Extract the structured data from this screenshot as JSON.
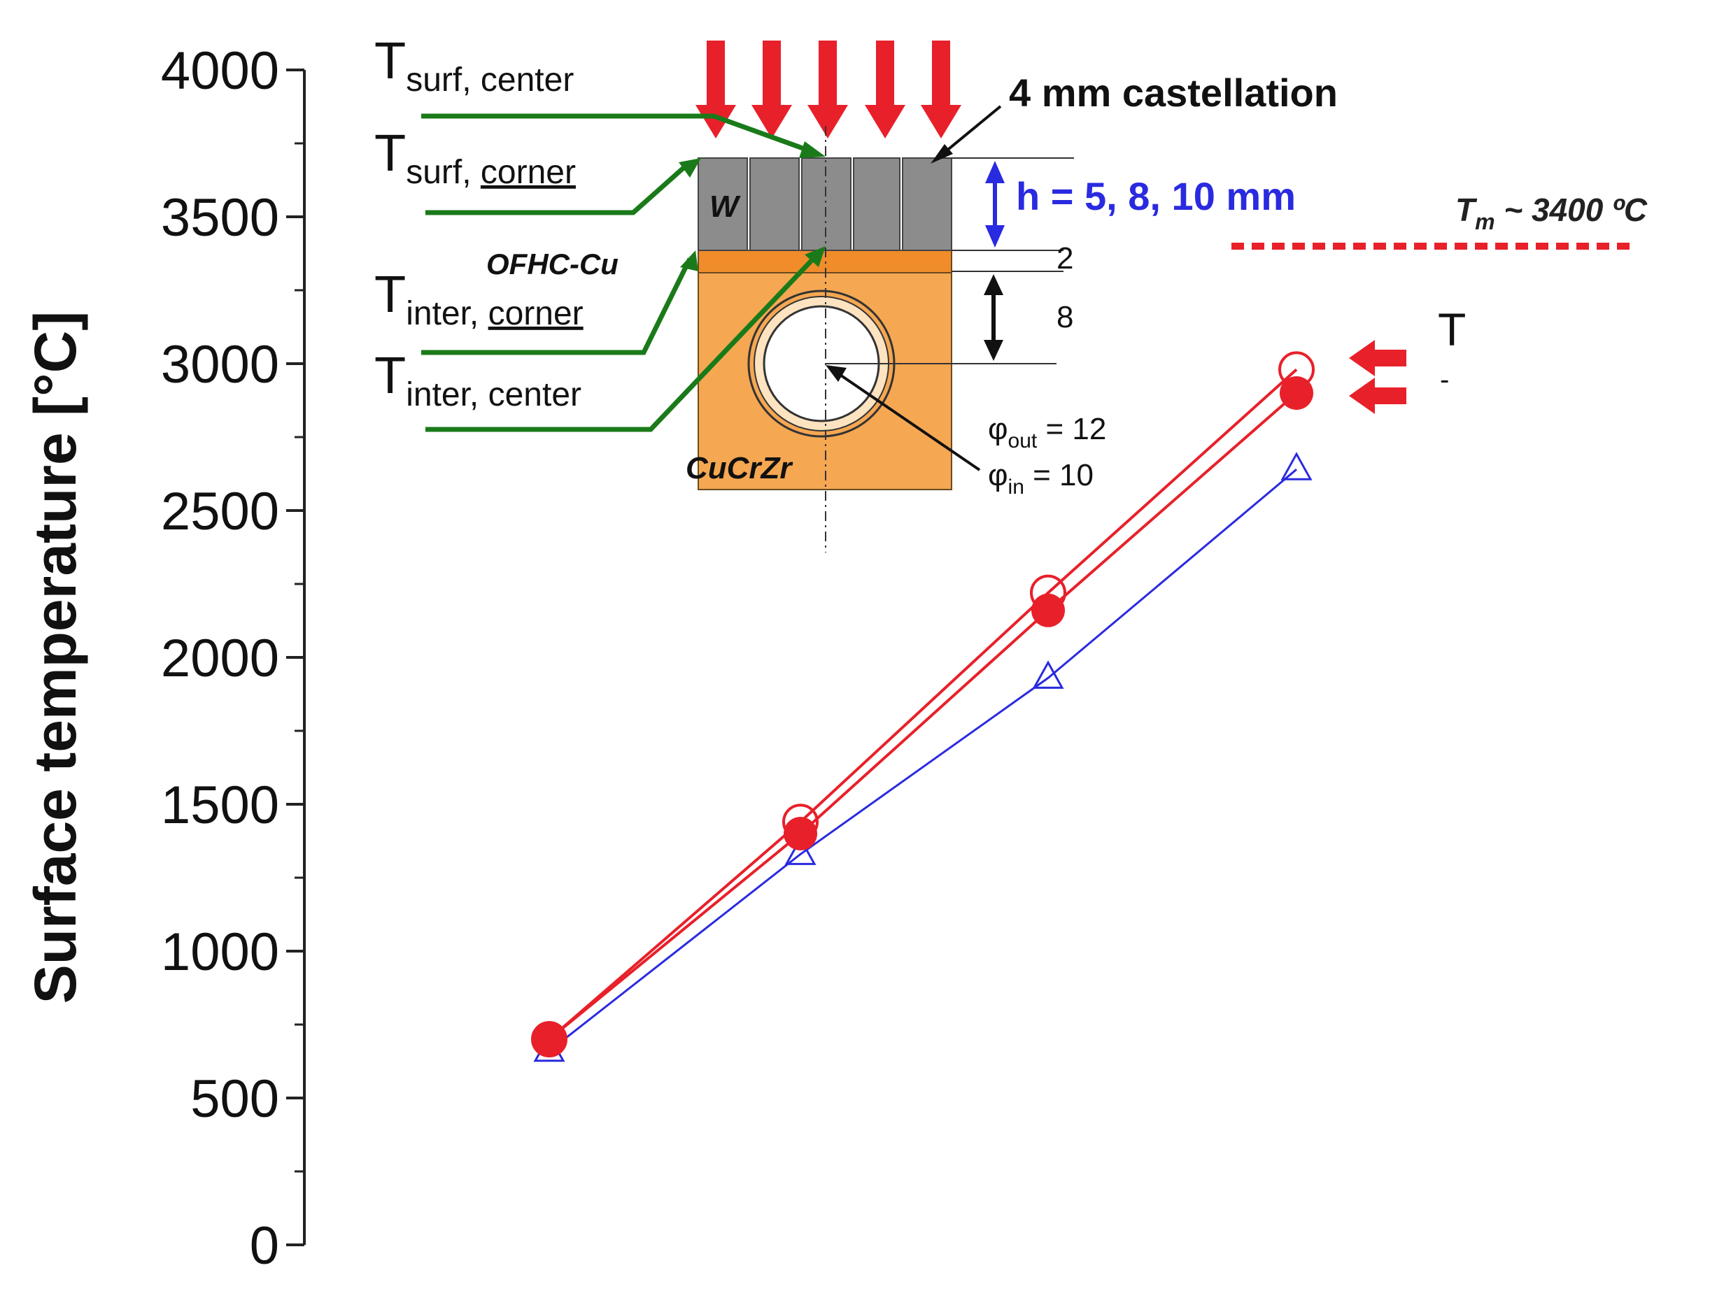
{
  "chart_data": {
    "type": "line",
    "ylabel": "Surface temperature [°C]",
    "xlabel": "",
    "ylim": [
      0,
      4000
    ],
    "yticks": [
      "0",
      "500",
      "1000",
      "1500",
      "2000",
      "2500",
      "3000",
      "3500",
      "4000"
    ],
    "ytick_values": [
      0,
      500,
      1000,
      1500,
      2000,
      2500,
      3000,
      3500,
      4000
    ],
    "x_index": [
      1,
      2,
      3,
      4
    ],
    "series": [
      {
        "values": [
          700,
          1440,
          2220,
          2980
        ],
        "marker": "open-circle",
        "color": "#e8202a"
      },
      {
        "values": [
          700,
          1400,
          2160,
          2900
        ],
        "marker": "filled-circle",
        "color": "#e8202a"
      },
      {
        "values": [
          660,
          1330,
          1930,
          2640
        ],
        "marker": "open-triangle",
        "color": "#2a2ae0"
      }
    ],
    "reference_line": {
      "label": "T",
      "label_sub": "m",
      "label_rest": " ~ 3400 ºC",
      "value": 3400,
      "style": "dashed",
      "color": "#e8202a"
    },
    "legend_fragments": [
      "T",
      "-"
    ],
    "colors": {
      "red": "#e8202a",
      "green": "#1a7a1a",
      "blue": "#2a2ae0",
      "tungsten": "#8c8c8c",
      "copper": "#f5a752",
      "ofhc": "#f08c2a"
    }
  },
  "inset": {
    "arrow_labels": [
      {
        "main": "T",
        "sub": "surf, center"
      },
      {
        "main": "T",
        "sub": "surf, ",
        "sub_underlined": "corner"
      },
      {
        "main": "T",
        "sub": "inter, ",
        "sub_underlined": "corner"
      },
      {
        "main": "T",
        "sub": "inter, center"
      }
    ],
    "castellation_label": "4 mm castellation",
    "height_label": "h = 5, 8, 10 mm",
    "w_label": "W",
    "ofhc_label": "OFHC-Cu",
    "cucrzr_label": "CuCrZr",
    "dim_2": "2",
    "dim_8": "8",
    "phi_out_sub": "out",
    "phi_out_value": " = 12",
    "phi_in_sub": "in",
    "phi_in_value": " = 10"
  }
}
